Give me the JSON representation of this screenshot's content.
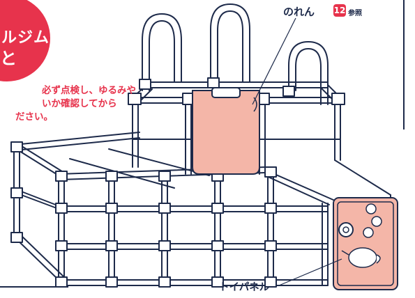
{
  "badge": {
    "line1": "ルジム",
    "line2": "と",
    "color": "#e7334c"
  },
  "notice": {
    "line1": "必ず点検し、ゆるみや",
    "line2": "いか確認してから",
    "line3": "ださい。",
    "color": "#e7334c"
  },
  "callouts": {
    "noren": {
      "label": "のれん",
      "number": "12",
      "ref": "参照"
    },
    "toy_panel": {
      "label": "トイパネル"
    }
  },
  "colors": {
    "frame": "#1d2a4a",
    "panel": "#f4b6a8",
    "accent": "#e7334c"
  }
}
